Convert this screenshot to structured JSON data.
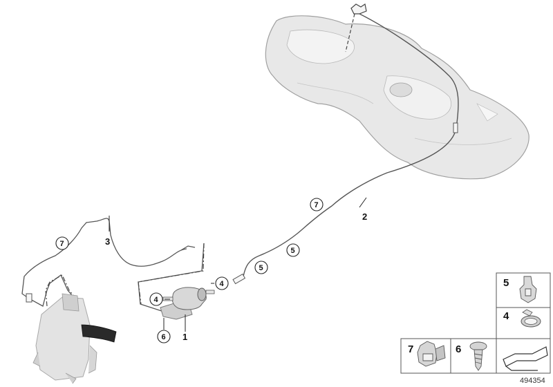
{
  "diagram_id": "494354",
  "callouts": {
    "c1": "1",
    "c2": "2",
    "c3": "3",
    "c4a": "4",
    "c4b": "4",
    "c5a": "5",
    "c5b": "5",
    "c6": "6",
    "c7a": "7",
    "c7b": "7"
  },
  "legend": {
    "item5": "5",
    "item4": "4",
    "item7": "7",
    "item6": "6"
  },
  "colors": {
    "line": "#444444",
    "tank_fill": "#e6e6e6",
    "tank_stroke": "#9a9a9a",
    "part_fill": "#cfcfcf",
    "legend_border": "#555555"
  }
}
